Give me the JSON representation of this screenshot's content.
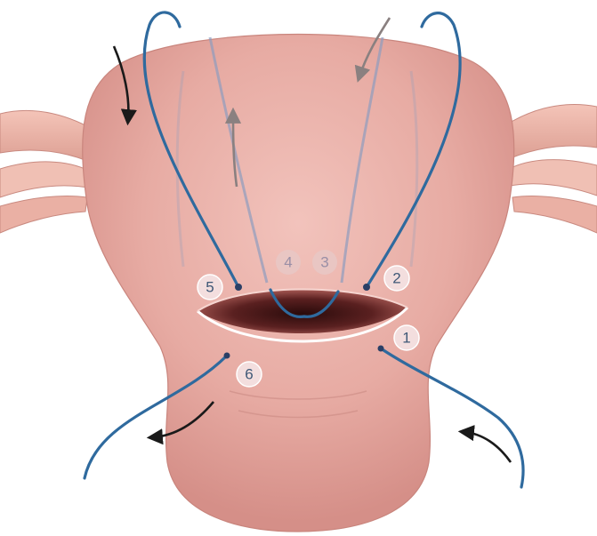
{
  "figure": {
    "step_labels": [
      "1",
      "2",
      "3",
      "4",
      "5",
      "6"
    ]
  },
  "colors": {
    "uterus": "#e7aba3",
    "uterus_shadow": "#d58f88",
    "adnexa": "#eab6aa",
    "suture": "#2f6a9e",
    "suture_behind": "#8f9dbf",
    "incision_interior": "#5a2020",
    "arrow": "#1a1a1a",
    "arrow_faded": "#8a8080"
  },
  "icons": {
    "direction_arrows": "curved-arrow-icon"
  }
}
